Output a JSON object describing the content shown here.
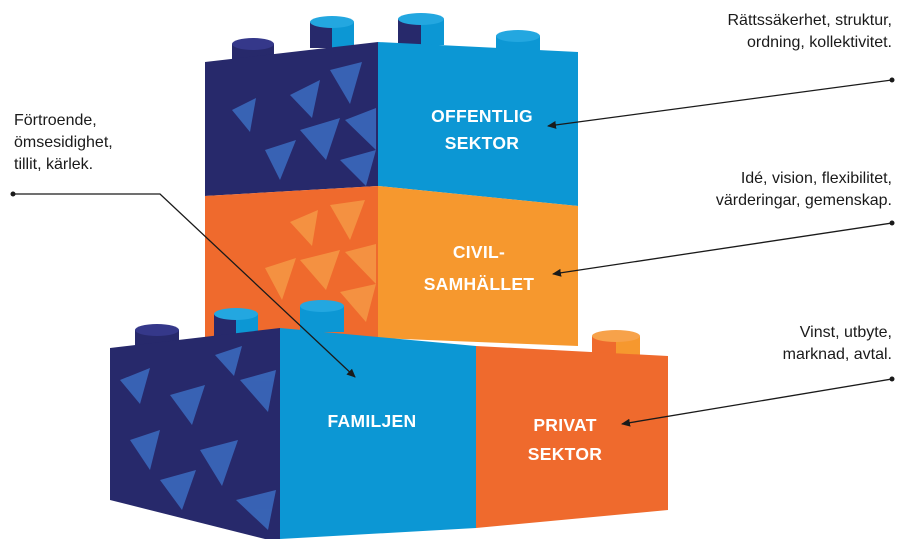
{
  "colors": {
    "navy": "#27296B",
    "blue": "#0C97D4",
    "blue_light": "#23A7E0",
    "orange": "#EF6A2D",
    "orange_light": "#F6982E",
    "leader": "#1a1a1a"
  },
  "blocks": {
    "offentlig": {
      "line1": "OFFENTLIG",
      "line2": "SEKTOR"
    },
    "civil": {
      "line1": "CIVIL-",
      "line2": "SAMHÄLLET"
    },
    "familjen": {
      "line1": "FAMILJEN"
    },
    "privat": {
      "line1": "PRIVAT",
      "line2": "SEKTOR"
    }
  },
  "annotations": {
    "offentlig": {
      "lines": [
        "Rättssäkerhet, struktur,",
        "ordning, kollektivitet."
      ]
    },
    "familjen": {
      "lines": [
        "Förtroende,",
        "ömsesidighet,",
        "tillit, kärlek."
      ]
    },
    "civil": {
      "lines": [
        "Idé, vision, flexibilitet,",
        "värderingar, gemenskap."
      ]
    },
    "privat": {
      "lines": [
        "Vinst, utbyte,",
        "marknad, avtal."
      ]
    }
  }
}
